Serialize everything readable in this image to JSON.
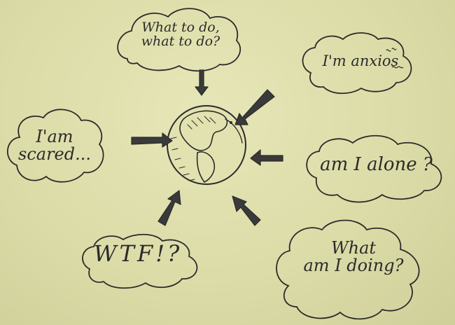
{
  "thoughts": {
    "what_to_do": "What to do,\nwhat to do?",
    "anxious": "I'm anxios",
    "scared": "I'am\nscared...",
    "alone": "am I alone ?",
    "wtf": "WTF!?",
    "doing": "What\nam I doing?"
  },
  "colors": {
    "paper": "#dcdca9",
    "ink": "#2b2b2b",
    "arrow_fill": "#3a3a3a"
  }
}
